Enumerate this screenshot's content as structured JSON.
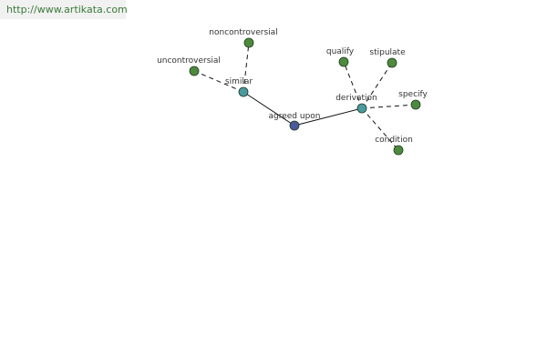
{
  "site": {
    "url": "http://www.artikata.com"
  },
  "graph": {
    "center": "agreed upon",
    "nodes": [
      {
        "id": "agreed-upon",
        "label": "agreed upon",
        "role": "center"
      },
      {
        "id": "similar",
        "label": "similar",
        "role": "hub"
      },
      {
        "id": "derivation",
        "label": "derivation",
        "role": "hub"
      },
      {
        "id": "noncontroversial",
        "label": "noncontroversial",
        "role": "leaf"
      },
      {
        "id": "uncontroversial",
        "label": "uncontroversial",
        "role": "leaf"
      },
      {
        "id": "qualify",
        "label": "qualify",
        "role": "leaf"
      },
      {
        "id": "stipulate",
        "label": "stipulate",
        "role": "leaf"
      },
      {
        "id": "specify",
        "label": "specify",
        "role": "leaf"
      },
      {
        "id": "condition",
        "label": "condition",
        "role": "leaf"
      }
    ],
    "edges": [
      {
        "from": "agreed-upon",
        "to": "similar",
        "style": "solid"
      },
      {
        "from": "agreed-upon",
        "to": "derivation",
        "style": "solid"
      },
      {
        "from": "similar",
        "to": "noncontroversial",
        "style": "dashed"
      },
      {
        "from": "similar",
        "to": "uncontroversial",
        "style": "dashed"
      },
      {
        "from": "derivation",
        "to": "qualify",
        "style": "dashed"
      },
      {
        "from": "derivation",
        "to": "stipulate",
        "style": "dashed"
      },
      {
        "from": "derivation",
        "to": "specify",
        "style": "dashed"
      },
      {
        "from": "derivation",
        "to": "condition",
        "style": "dashed"
      }
    ],
    "colors": {
      "center": "#4a5a9a",
      "hub": "#4a9aa0",
      "leaf": "#4e8a3e",
      "stroke": "#1f3a1f",
      "edge": "#111111"
    }
  }
}
